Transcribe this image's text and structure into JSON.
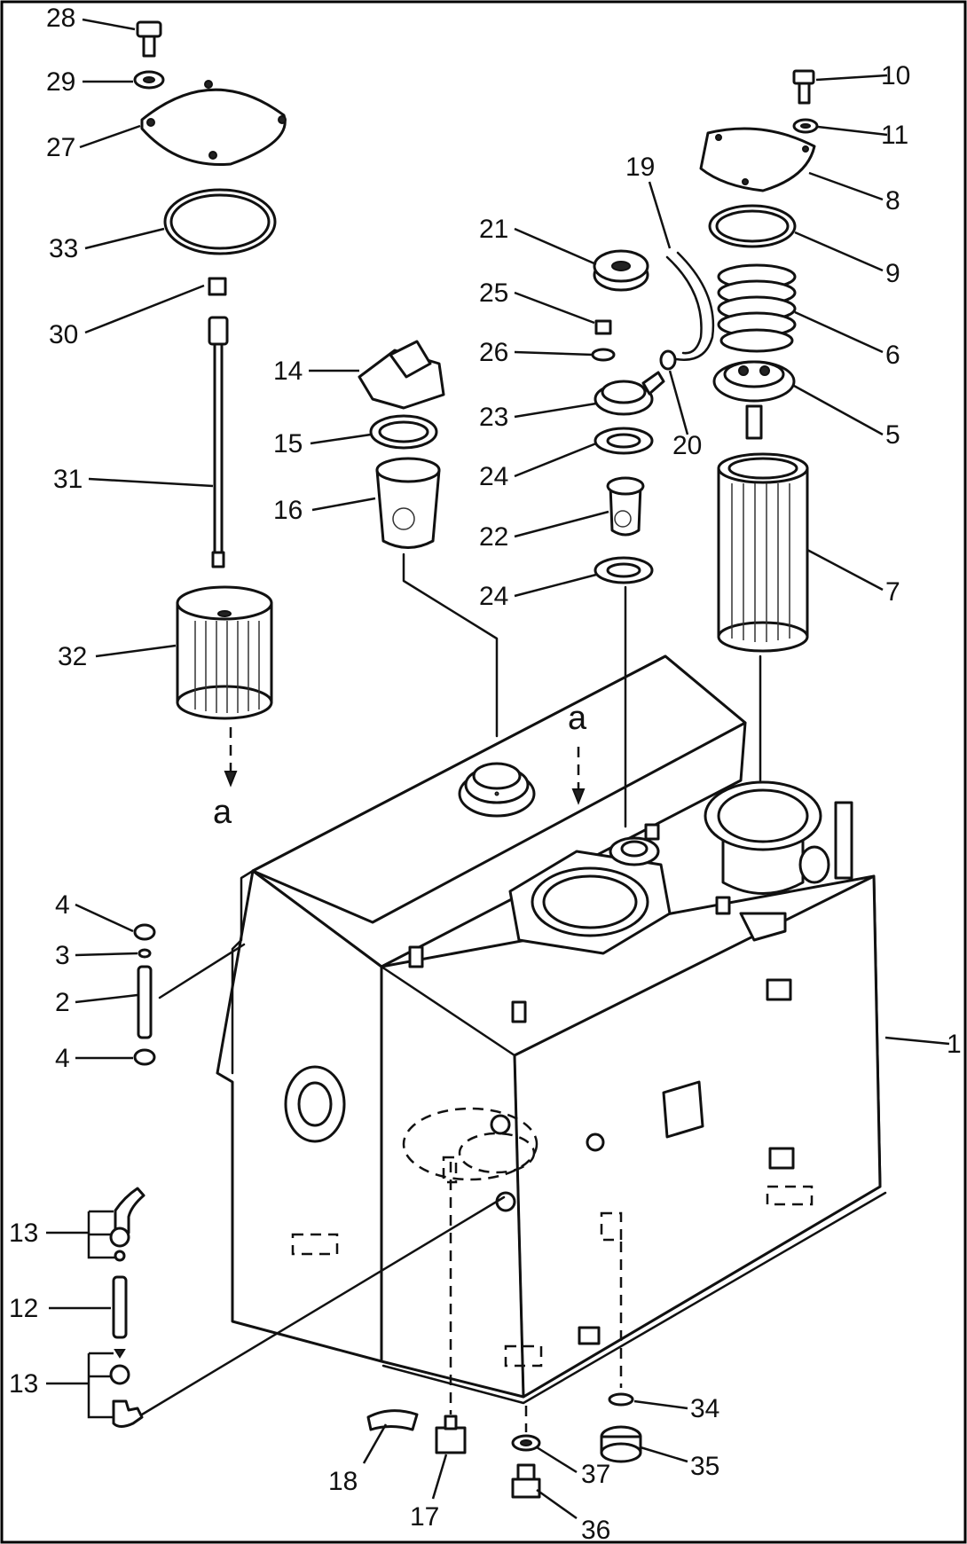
{
  "callouts": [
    {
      "label": "1"
    },
    {
      "label": "2"
    },
    {
      "label": "3"
    },
    {
      "label": "4"
    },
    {
      "label": "4"
    },
    {
      "label": "5"
    },
    {
      "label": "6"
    },
    {
      "label": "7"
    },
    {
      "label": "8"
    },
    {
      "label": "9"
    },
    {
      "label": "10"
    },
    {
      "label": "11"
    },
    {
      "label": "12"
    },
    {
      "label": "13"
    },
    {
      "label": "13"
    },
    {
      "label": "14"
    },
    {
      "label": "15"
    },
    {
      "label": "16"
    },
    {
      "label": "17"
    },
    {
      "label": "18"
    },
    {
      "label": "19"
    },
    {
      "label": "20"
    },
    {
      "label": "21"
    },
    {
      "label": "22"
    },
    {
      "label": "23"
    },
    {
      "label": "24"
    },
    {
      "label": "24"
    },
    {
      "label": "25"
    },
    {
      "label": "26"
    },
    {
      "label": "27"
    },
    {
      "label": "28"
    },
    {
      "label": "29"
    },
    {
      "label": "30"
    },
    {
      "label": "31"
    },
    {
      "label": "32"
    },
    {
      "label": "33"
    },
    {
      "label": "34"
    },
    {
      "label": "35"
    },
    {
      "label": "36"
    },
    {
      "label": "37"
    }
  ],
  "references": [
    {
      "label": "a"
    },
    {
      "label": "a"
    }
  ]
}
